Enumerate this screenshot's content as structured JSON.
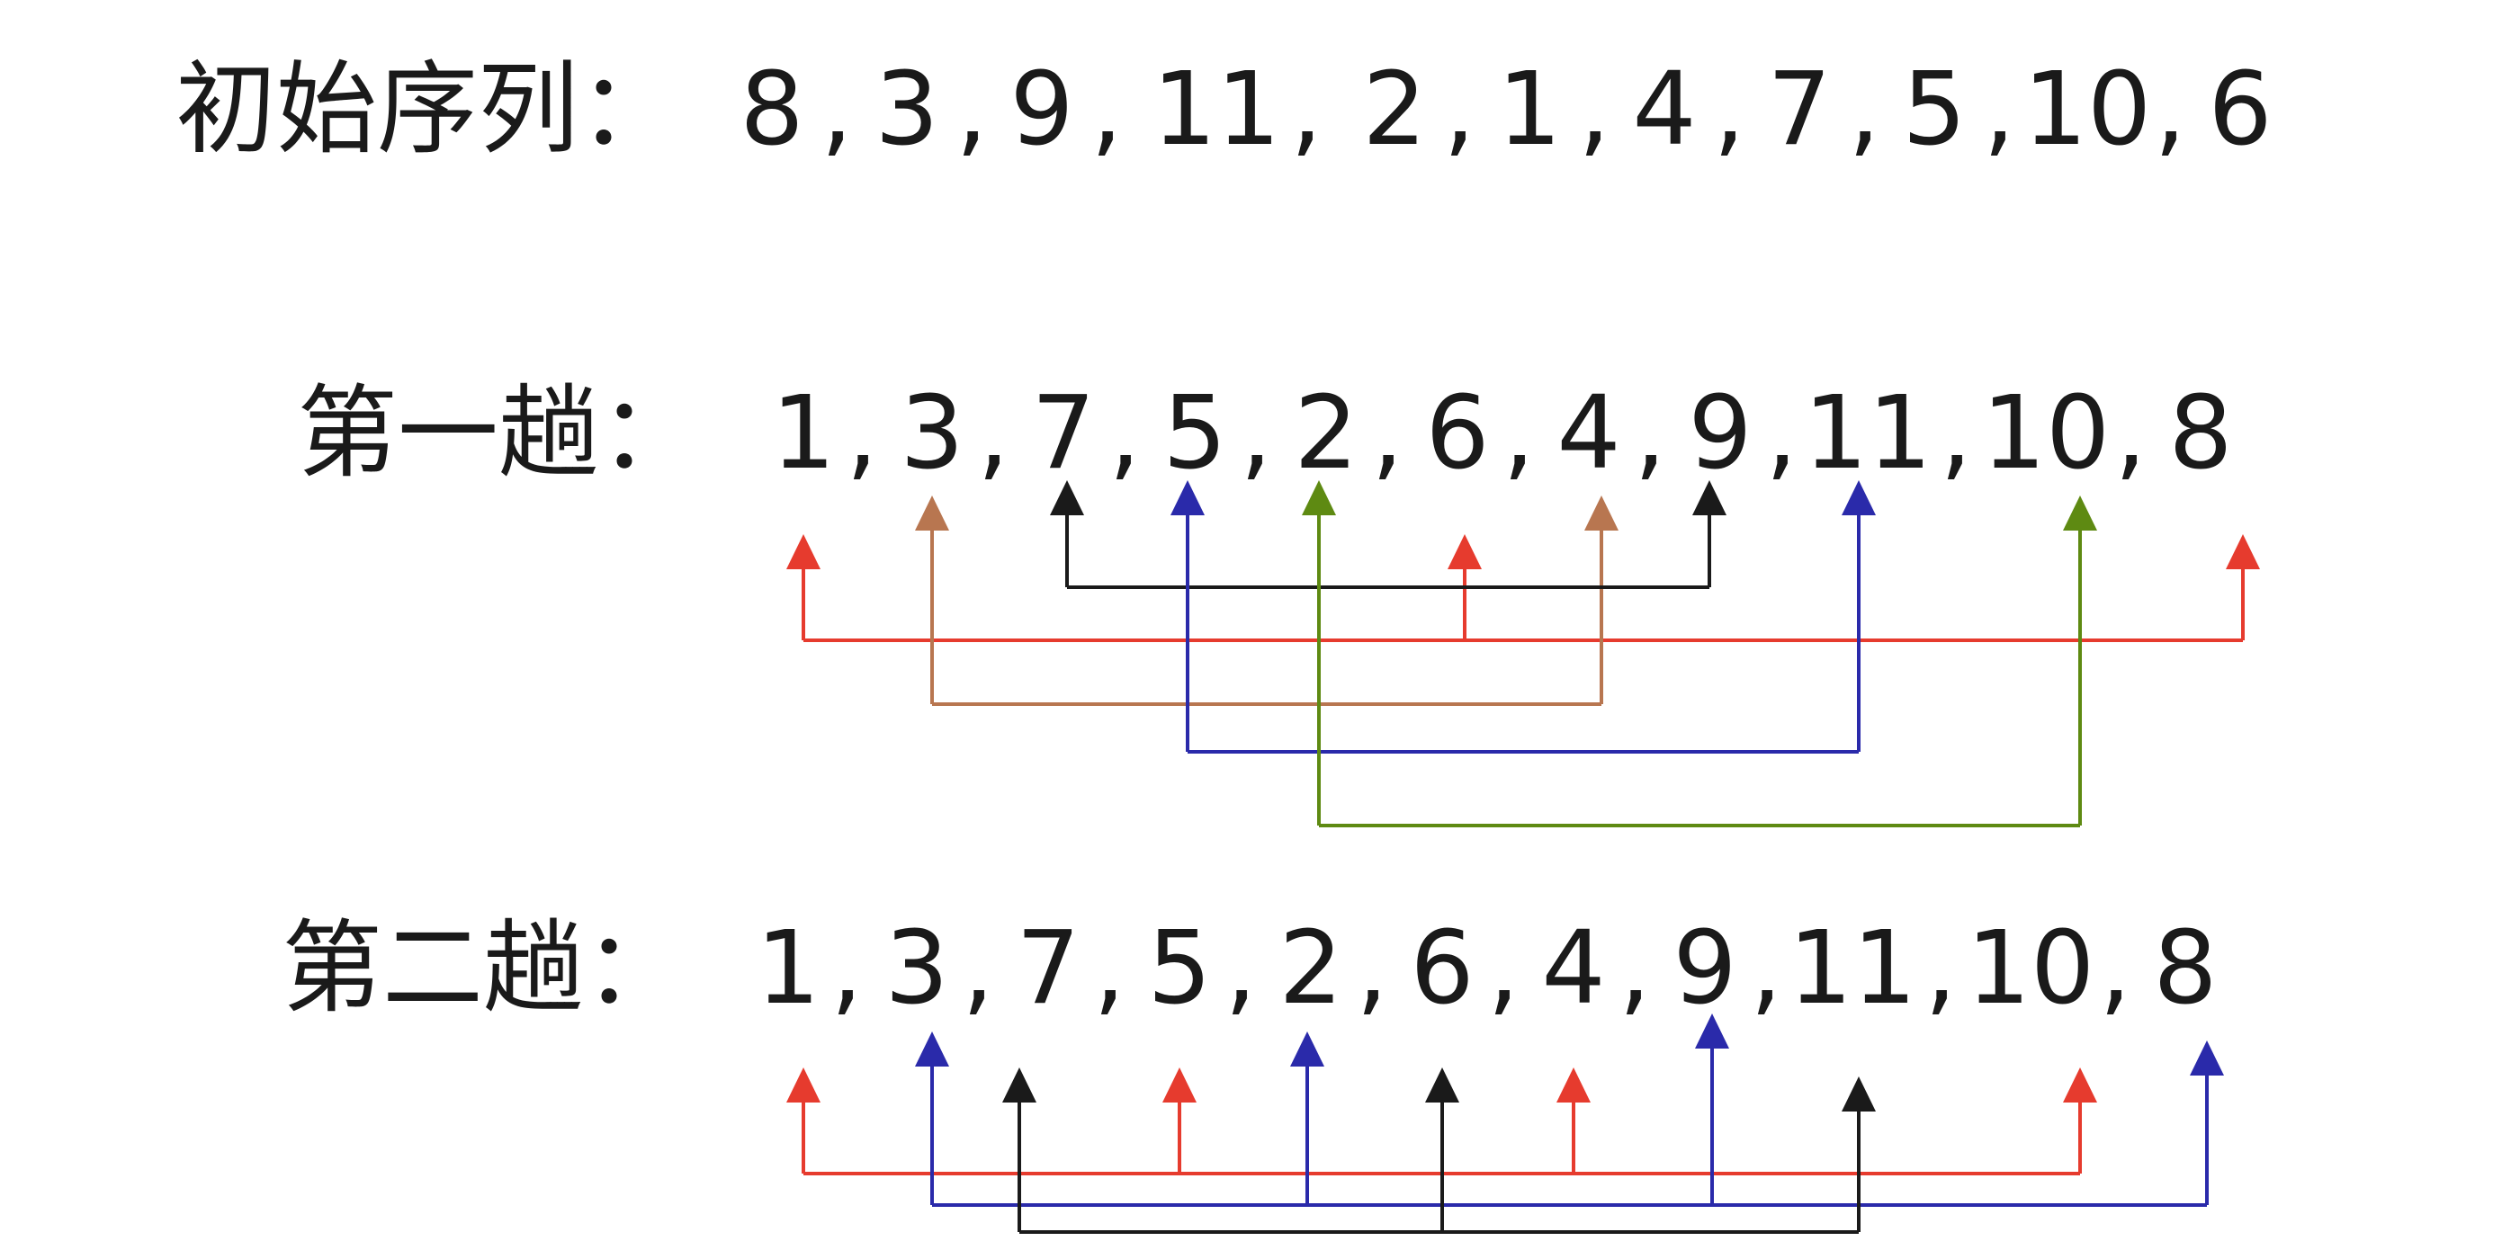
{
  "rows": [
    {
      "id": "initial",
      "label": "初始序列：",
      "values": [
        "8",
        "3",
        "9",
        "11",
        "2",
        "1",
        "4",
        "7",
        "5",
        "10",
        "6"
      ]
    },
    {
      "id": "pass1",
      "label": "第一趟：",
      "values": [
        "1",
        "3",
        "7",
        "5",
        "2",
        "6",
        "4",
        "9",
        "11",
        "10",
        "8"
      ],
      "groups": [
        {
          "color": "#e63b2e",
          "indices": [
            0,
            5,
            10
          ]
        },
        {
          "color": "#b87650",
          "indices": [
            1,
            6
          ]
        },
        {
          "color": "#1a1a1a",
          "indices": [
            2,
            7
          ]
        },
        {
          "color": "#2a2aaa",
          "indices": [
            3,
            8
          ]
        },
        {
          "color": "#5e8a12",
          "indices": [
            4,
            9
          ]
        }
      ]
    },
    {
      "id": "pass2",
      "label": "第二趟：",
      "values": [
        "1",
        "3",
        "7",
        "5",
        "2",
        "6",
        "4",
        "9",
        "11",
        "10",
        "8"
      ],
      "groups": [
        {
          "color": "#e63b2e",
          "indices": [
            0,
            3,
            6,
            9
          ]
        },
        {
          "color": "#2a2aaa",
          "indices": [
            1,
            4,
            7,
            10
          ]
        },
        {
          "color": "#1a1a1a",
          "indices": [
            2,
            5,
            8
          ]
        }
      ]
    }
  ]
}
